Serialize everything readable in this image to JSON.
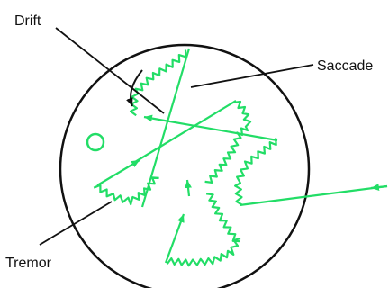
{
  "diagram": {
    "labels": {
      "drift": "Drift",
      "saccade": "Saccade",
      "tremor": "Tremor"
    },
    "colors": {
      "path": "#22dd66",
      "outline": "#111111",
      "background": "#ffffff"
    }
  }
}
